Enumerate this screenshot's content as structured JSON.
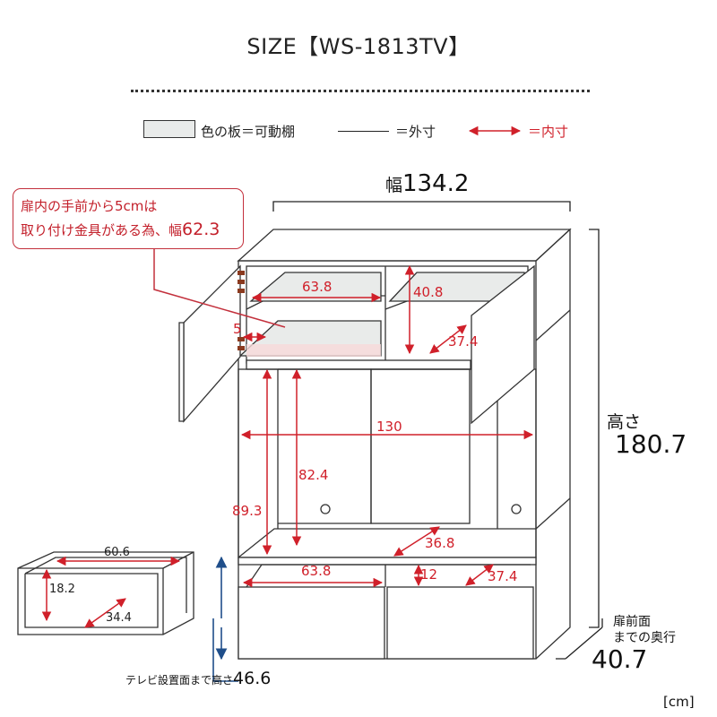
{
  "title": "SIZE【WS-1813TV】",
  "legend": {
    "shelf_label": "色の板＝可動棚",
    "outer_label": "＝外寸",
    "inner_label": "＝内寸"
  },
  "note": {
    "line1": "扉内の手前から5cmは",
    "line2_prefix": "取り付け金具がある為、幅",
    "line2_value": "62.3"
  },
  "dims": {
    "width_prefix": "幅",
    "width_value": "134.2",
    "height_prefix": "高さ",
    "height_value": "180.7",
    "depth_prefix_line1": "扉前面",
    "depth_prefix_line2": "までの奥行",
    "depth_value": "40.7",
    "upper_left_width": "63.8",
    "upper_right_height": "40.8",
    "upper_right_depth": "37.4",
    "bracket_depth": "5",
    "middle_width": "130",
    "middle_inner_height": "82.4",
    "middle_outer_height": "89.3",
    "middle_depth": "36.8",
    "lower_left_width": "63.8",
    "lower_right_height": "12",
    "lower_right_depth": "37.4",
    "drawer_width": "60.6",
    "drawer_height": "18.2",
    "drawer_depth": "34.4",
    "tv_height_label": "テレビ設置面まで高さ",
    "tv_height_value": "46.6",
    "unit": "[cm]"
  },
  "colors": {
    "red": "#d0202a",
    "shelf_fill": "#e9ebea",
    "line": "#333333"
  }
}
